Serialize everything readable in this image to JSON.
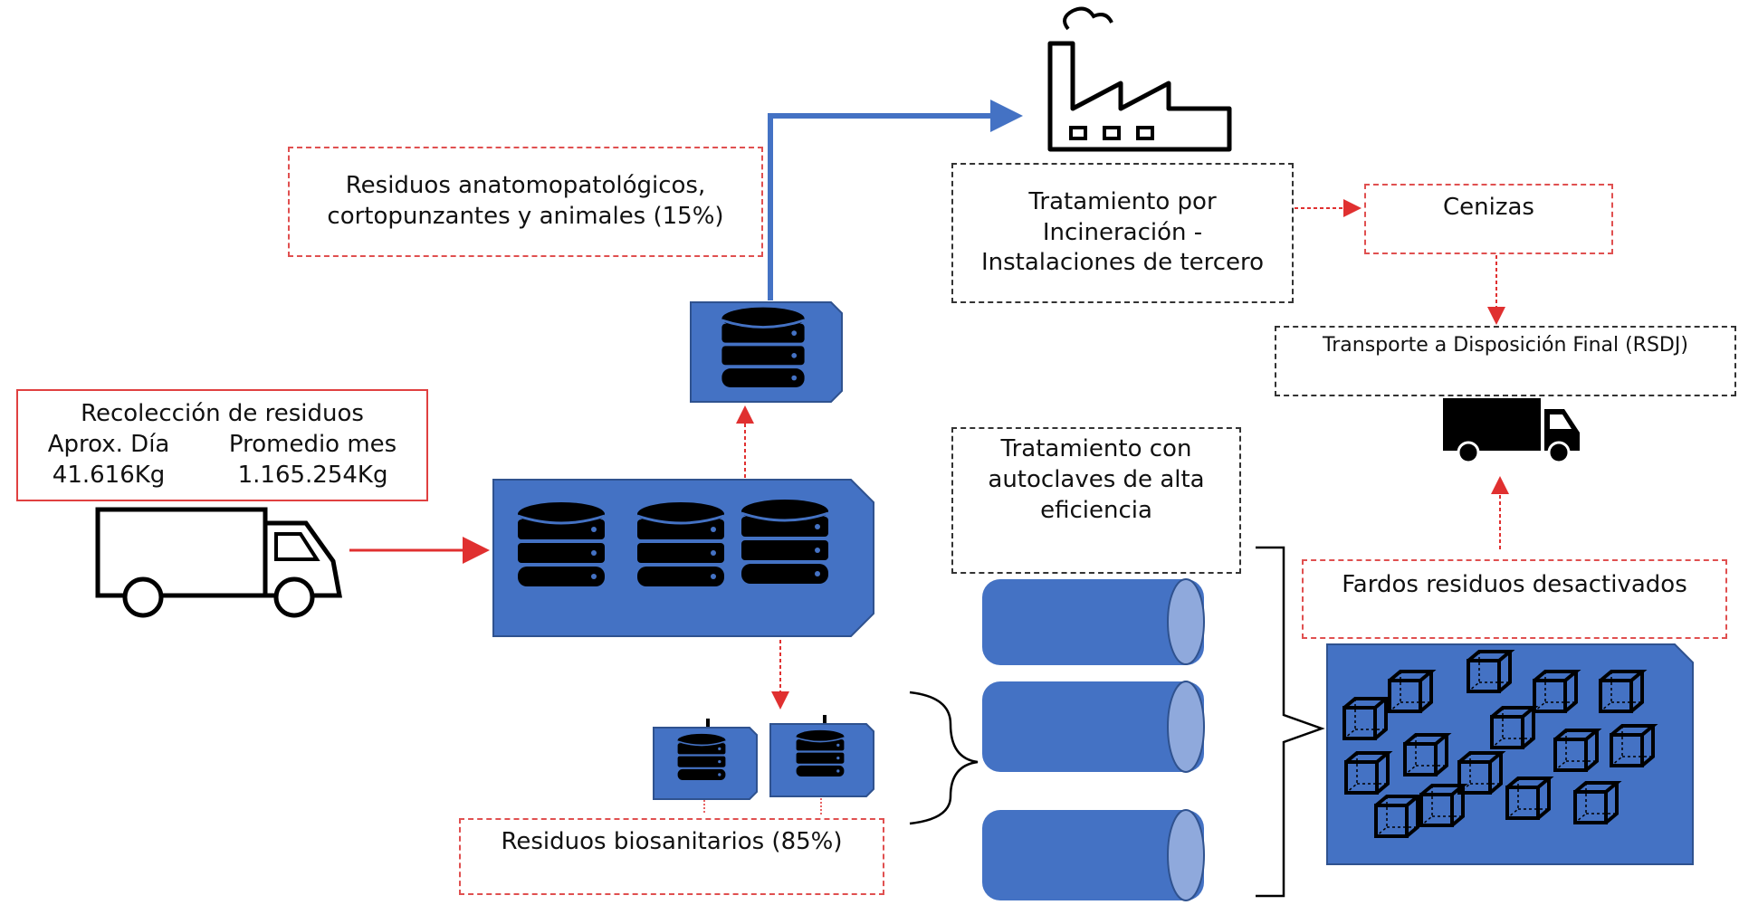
{
  "collection": {
    "title": "Recolección de residuos",
    "day_label": "Aprox. Día",
    "day_value": "41.616Kg",
    "month_label": "Promedio mes",
    "month_value": "1.165.254Kg"
  },
  "anatomo": {
    "line1": "Residuos anatomopatológicos,",
    "line2": "cortopunzantes y animales (15%)"
  },
  "incineration": {
    "line1": "Tratamiento por",
    "line2": "Incineración -",
    "line3": "Instalaciones de tercero"
  },
  "ashes": {
    "label": "Cenizas"
  },
  "transport": {
    "label": "Transporte a Disposición Final (RSDJ)"
  },
  "autoclave": {
    "line1": "Tratamiento con",
    "line2": "autoclaves de alta",
    "line3": "eficiencia"
  },
  "bales": {
    "label": "Fardos residuos desactivados"
  },
  "biosanitary": {
    "label": "Residuos biosanitarios (85%)"
  },
  "colors": {
    "container_blue": "#4472c4",
    "arrow_red": "#e03030",
    "arrow_blue": "#4472c4",
    "icon_black": "#000000"
  }
}
